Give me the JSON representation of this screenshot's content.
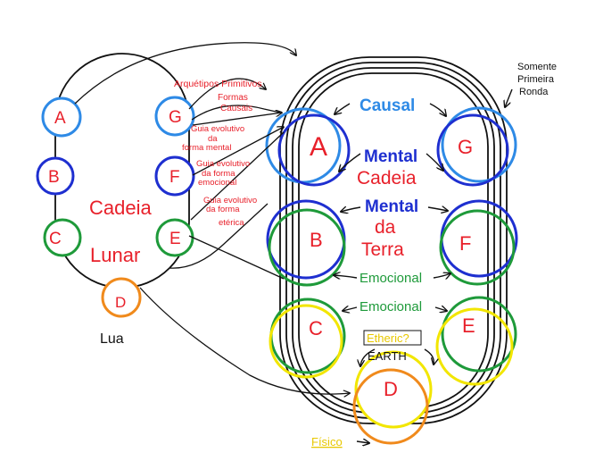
{
  "left_chain": {
    "title_line1": "Cadeia",
    "title_line2": "Lunar",
    "moon_label": "Lua",
    "globes": [
      "A",
      "B",
      "C",
      "D",
      "E",
      "F",
      "G"
    ]
  },
  "right_chain": {
    "globes": [
      "A",
      "B",
      "C",
      "D",
      "E",
      "F",
      "G"
    ],
    "label_causal": "Causal",
    "label_mental_1": "Mental",
    "label_cadeia_1": "Cadeia",
    "label_mental_2": "Mental",
    "label_da": "da",
    "label_terra": "Terra",
    "label_emocional_1": "Emocional",
    "label_emocional_2": "Emocional",
    "label_etheric": "Etheric?",
    "label_earth": "EARTH",
    "label_fisico": "Físico",
    "note_line1": "Somente",
    "note_line2": "Primeira",
    "note_line3": "Ronda"
  },
  "transfer_labels": {
    "arquetipos": "Arquétipos Primitivos",
    "formas": "Formas",
    "causais": "Causais",
    "guia_mental_1": "Guia evolutivo",
    "guia_mental_2": "da",
    "guia_mental_3": "forma mental",
    "guia_emocional_1": "Guia evolutivo",
    "guia_emocional_2": "da forma",
    "guia_emocional_3": "emocional",
    "guia_eterica_1": "Guia evolutivo",
    "guia_eterica_2": "da forma",
    "guia_eterica_3": "etérica"
  },
  "colors": {
    "causal": "#2e8ae6",
    "mental": "#1e2fd0",
    "emocional": "#1e9a3a",
    "etheric": "#f2e600",
    "fisico": "#f08a1c",
    "label_red": "#e8202a"
  }
}
